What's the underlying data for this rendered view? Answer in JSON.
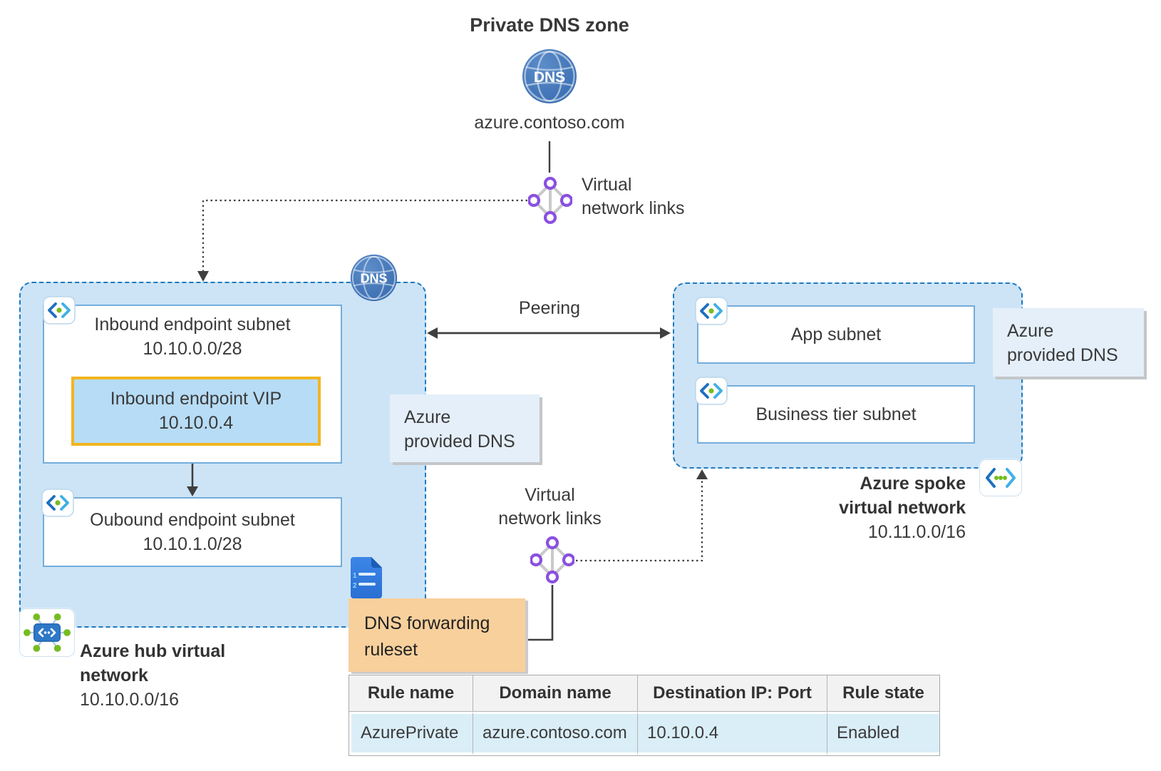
{
  "private_dns_zone": {
    "title": "Private DNS zone",
    "icon_text": "DNS",
    "domain": "azure.contoso.com"
  },
  "virtual_network_links_top": {
    "line1": "Virtual",
    "line2": "network links"
  },
  "hub_network": {
    "dns_icon_text": "DNS",
    "inbound_subnet": {
      "name": "Inbound endpoint subnet",
      "cidr": "10.10.0.0/28"
    },
    "inbound_vip": {
      "name": "Inbound endpoint VIP",
      "ip": "10.10.0.4"
    },
    "outbound_subnet": {
      "name": "Oubound endpoint subnet",
      "cidr": "10.10.1.0/28"
    },
    "label_line1": "Azure hub virtual",
    "label_line2": "network",
    "cidr": "10.10.0.0/16"
  },
  "azure_provided_dns_hub": {
    "line1": "Azure",
    "line2": "provided DNS"
  },
  "peering": {
    "label": "Peering"
  },
  "spoke_network": {
    "subnets": [
      "App subnet",
      "Business tier subnet"
    ],
    "label_line1": "Azure spoke",
    "label_line2": "virtual network",
    "cidr": "10.11.0.0/16"
  },
  "azure_provided_dns_spoke": {
    "line1": "Azure",
    "line2": "provided DNS"
  },
  "virtual_network_links_bottom": {
    "line1": "Virtual",
    "line2": "network links"
  },
  "dns_forwarding_ruleset": {
    "line1": "DNS forwarding",
    "line2": "ruleset"
  },
  "ruleset_table": {
    "headers": [
      "Rule name",
      "Domain name",
      "Destination IP: Port",
      "Rule state"
    ],
    "rows": [
      [
        "AzurePrivate",
        "azure.contoso.com",
        "10.10.0.4",
        "Enabled"
      ]
    ]
  },
  "colors": {
    "vnet_fill": "#cde4f6",
    "vnet_border": "#1e7ac0",
    "vip_fill": "#b7dcf5",
    "vip_border": "#f1b51f",
    "ruleset_fill": "#f8d09c",
    "provided_dns_fill": "#e4eff9",
    "table_header_fill": "#f2f2f2",
    "table_row_fill": "#daeef8",
    "globe_blue": "#3a6fb3",
    "link_purple": "#8a50e0",
    "dot_green": "#76bc21"
  }
}
